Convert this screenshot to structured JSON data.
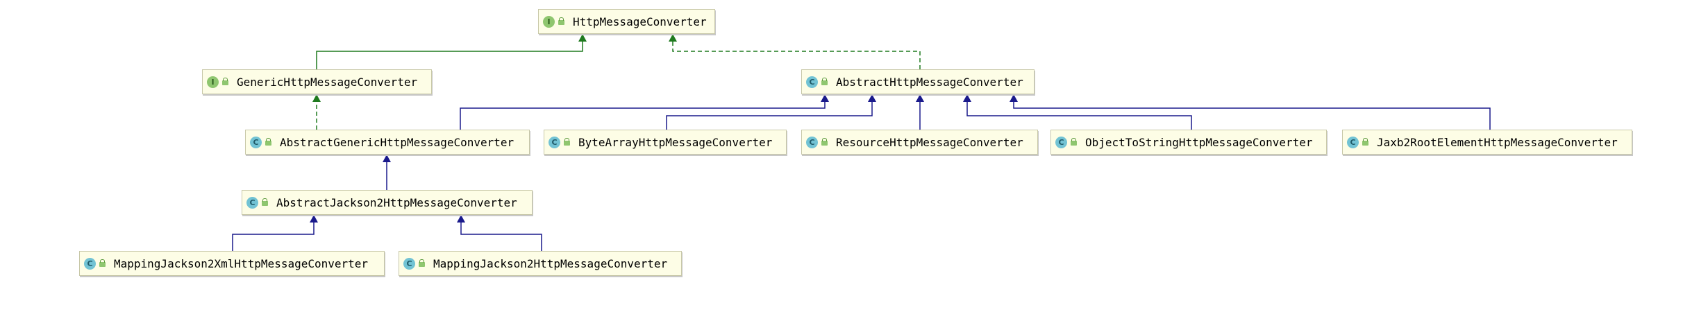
{
  "nodes": [
    {
      "id": "httpMessageConverter",
      "kind": "interface",
      "kind_letter": "I",
      "label": "HttpMessageConverter"
    },
    {
      "id": "genericHttpMessageConverter",
      "kind": "interface",
      "kind_letter": "I",
      "label": "GenericHttpMessageConverter"
    },
    {
      "id": "abstractHttpMessageConverter",
      "kind": "class",
      "kind_letter": "C",
      "label": "AbstractHttpMessageConverter"
    },
    {
      "id": "abstractGenericHttpMessageConverter",
      "kind": "class",
      "kind_letter": "C",
      "label": "AbstractGenericHttpMessageConverter"
    },
    {
      "id": "byteArrayHttpMessageConverter",
      "kind": "class",
      "kind_letter": "C",
      "label": "ByteArrayHttpMessageConverter"
    },
    {
      "id": "resourceHttpMessageConverter",
      "kind": "class",
      "kind_letter": "C",
      "label": "ResourceHttpMessageConverter"
    },
    {
      "id": "objectToStringHttpMessageConverter",
      "kind": "class",
      "kind_letter": "C",
      "label": "ObjectToStringHttpMessageConverter"
    },
    {
      "id": "jaxb2RootElementHttpMessageConverter",
      "kind": "class",
      "kind_letter": "C",
      "label": "Jaxb2RootElementHttpMessageConverter"
    },
    {
      "id": "abstractJackson2HttpMessageConverter",
      "kind": "class",
      "kind_letter": "C",
      "label": "AbstractJackson2HttpMessageConverter"
    },
    {
      "id": "mappingJackson2XmlHttpMessageConverter",
      "kind": "class",
      "kind_letter": "C",
      "label": "MappingJackson2XmlHttpMessageConverter"
    },
    {
      "id": "mappingJackson2HttpMessageConverter",
      "kind": "class",
      "kind_letter": "C",
      "label": "MappingJackson2HttpMessageConverter"
    }
  ],
  "edges": [
    {
      "from": "genericHttpMessageConverter",
      "to": "httpMessageConverter",
      "type": "extends-interface"
    },
    {
      "from": "abstractHttpMessageConverter",
      "to": "httpMessageConverter",
      "type": "implements"
    },
    {
      "from": "abstractGenericHttpMessageConverter",
      "to": "genericHttpMessageConverter",
      "type": "implements"
    },
    {
      "from": "abstractGenericHttpMessageConverter",
      "to": "abstractHttpMessageConverter",
      "type": "extends"
    },
    {
      "from": "byteArrayHttpMessageConverter",
      "to": "abstractHttpMessageConverter",
      "type": "extends"
    },
    {
      "from": "resourceHttpMessageConverter",
      "to": "abstractHttpMessageConverter",
      "type": "extends"
    },
    {
      "from": "objectToStringHttpMessageConverter",
      "to": "abstractHttpMessageConverter",
      "type": "extends"
    },
    {
      "from": "jaxb2RootElementHttpMessageConverter",
      "to": "abstractHttpMessageConverter",
      "type": "extends"
    },
    {
      "from": "abstractJackson2HttpMessageConverter",
      "to": "abstractGenericHttpMessageConverter",
      "type": "extends"
    },
    {
      "from": "mappingJackson2XmlHttpMessageConverter",
      "to": "abstractJackson2HttpMessageConverter",
      "type": "extends"
    },
    {
      "from": "mappingJackson2HttpMessageConverter",
      "to": "abstractJackson2HttpMessageConverter",
      "type": "extends"
    }
  ],
  "colors": {
    "interface_edge": "#1f7a1f",
    "class_edge": "#1a1a8c",
    "node_fill": "#fdfde6",
    "node_border": "#c8c8a8",
    "interface_badge": "#8fc66f",
    "class_badge": "#72c3d4"
  }
}
